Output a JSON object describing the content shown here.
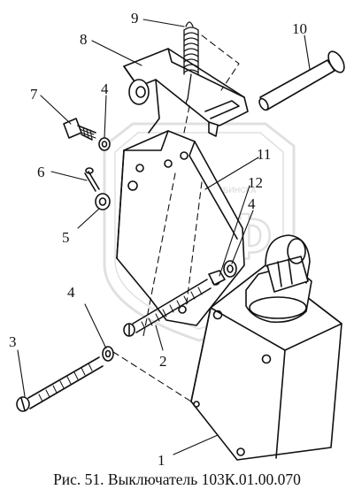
{
  "caption": "Рис. 51. Выключатель 103К.01.00.070",
  "watermark": {
    "mark": "ЭПФ",
    "top_text": "ЗАПЧАСТИ ИЗ ЧЕЛЯБИНСКА"
  },
  "callouts": [
    {
      "id": "1",
      "label": "1"
    },
    {
      "id": "2",
      "label": "2"
    },
    {
      "id": "3",
      "label": "3"
    },
    {
      "id": "4a",
      "label": "4"
    },
    {
      "id": "4b",
      "label": "4"
    },
    {
      "id": "4c",
      "label": "4"
    },
    {
      "id": "5",
      "label": "5"
    },
    {
      "id": "6",
      "label": "6"
    },
    {
      "id": "7",
      "label": "7"
    },
    {
      "id": "8",
      "label": "8"
    },
    {
      "id": "9",
      "label": "9"
    },
    {
      "id": "10",
      "label": "10"
    },
    {
      "id": "11",
      "label": "11"
    },
    {
      "id": "12",
      "label": "12"
    }
  ]
}
